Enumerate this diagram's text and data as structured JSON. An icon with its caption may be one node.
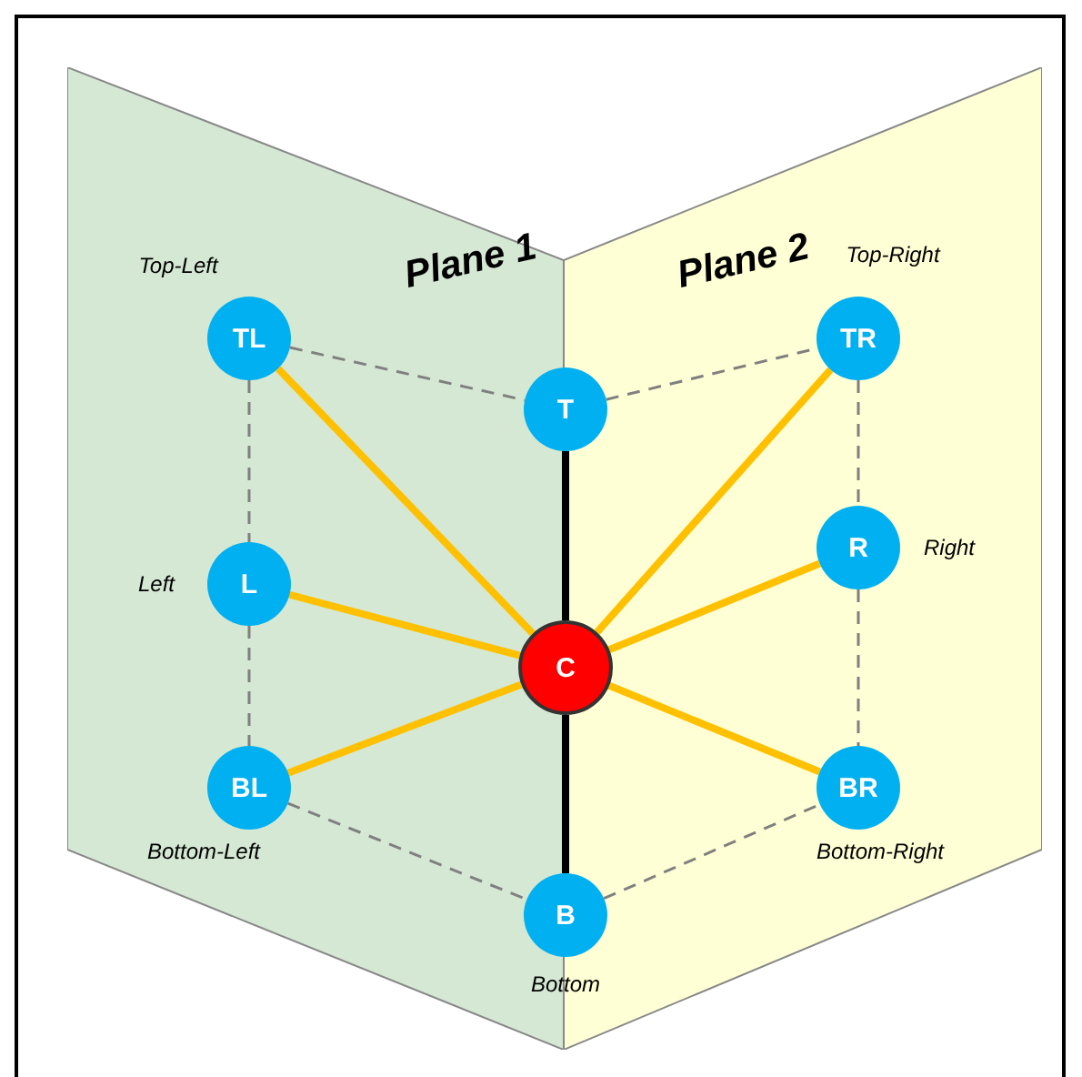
{
  "diagram": {
    "nodes": [
      {
        "text": [
          "Plane 1"
        ]
      },
      {
        "text": [
          "Plane 2"
        ]
      },
      {
        "text": [
          "TL"
        ],
        "in": 0,
        "beside": [
          "Top-Left"
        ]
      },
      {
        "text": [
          "T"
        ]
      },
      {
        "text": [
          "TR"
        ],
        "in": 1,
        "beside": [
          "Top-Right"
        ]
      },
      {
        "text": [
          "L"
        ],
        "in": 0,
        "beside": [
          "Left"
        ]
      },
      {
        "text": [
          "R"
        ],
        "in": 1,
        "beside": [
          "Right"
        ]
      },
      {
        "text": [
          "C"
        ]
      },
      {
        "text": [
          "BL"
        ],
        "in": 0,
        "beside": [
          "Bottom-Left"
        ]
      },
      {
        "text": [
          "BR"
        ],
        "in": 1,
        "beside": [
          "Bottom-Right"
        ]
      },
      {
        "text": [
          "B"
        ],
        "beside": [
          "Bottom"
        ]
      }
    ],
    "edges": [
      {
        "from": 2,
        "to": 3,
        "arrow": "none",
        "style": "dashed"
      },
      {
        "from": 3,
        "to": 4,
        "arrow": "none",
        "style": "dashed"
      },
      {
        "from": 2,
        "to": 5,
        "arrow": "none",
        "style": "dashed"
      },
      {
        "from": 4,
        "to": 6,
        "arrow": "none",
        "style": "dashed"
      },
      {
        "from": 5,
        "to": 8,
        "arrow": "none",
        "style": "dashed"
      },
      {
        "from": 6,
        "to": 9,
        "arrow": "none",
        "style": "dashed"
      },
      {
        "from": 8,
        "to": 10,
        "arrow": "none",
        "style": "dashed"
      },
      {
        "from": 10,
        "to": 9,
        "arrow": "none",
        "style": "dashed"
      },
      {
        "from": 7,
        "to": 3,
        "arrow": "none",
        "style": "thick",
        "color": "#000000"
      },
      {
        "from": 7,
        "to": 10,
        "arrow": "none",
        "style": "thick",
        "color": "#000000"
      },
      {
        "from": 7,
        "to": 2,
        "arrow": "none",
        "style": "thick",
        "color": "#ffc000"
      },
      {
        "from": 7,
        "to": 5,
        "arrow": "none",
        "style": "thick",
        "color": "#ffc000"
      },
      {
        "from": 7,
        "to": 8,
        "arrow": "none",
        "style": "thick",
        "color": "#ffc000"
      },
      {
        "from": 7,
        "to": 4,
        "arrow": "none",
        "style": "thick",
        "color": "#ffc000"
      },
      {
        "from": 7,
        "to": 6,
        "arrow": "none",
        "style": "thick",
        "color": "#ffc000"
      },
      {
        "from": 7,
        "to": 9,
        "arrow": "none",
        "style": "thick",
        "color": "#ffc000"
      }
    ]
  }
}
